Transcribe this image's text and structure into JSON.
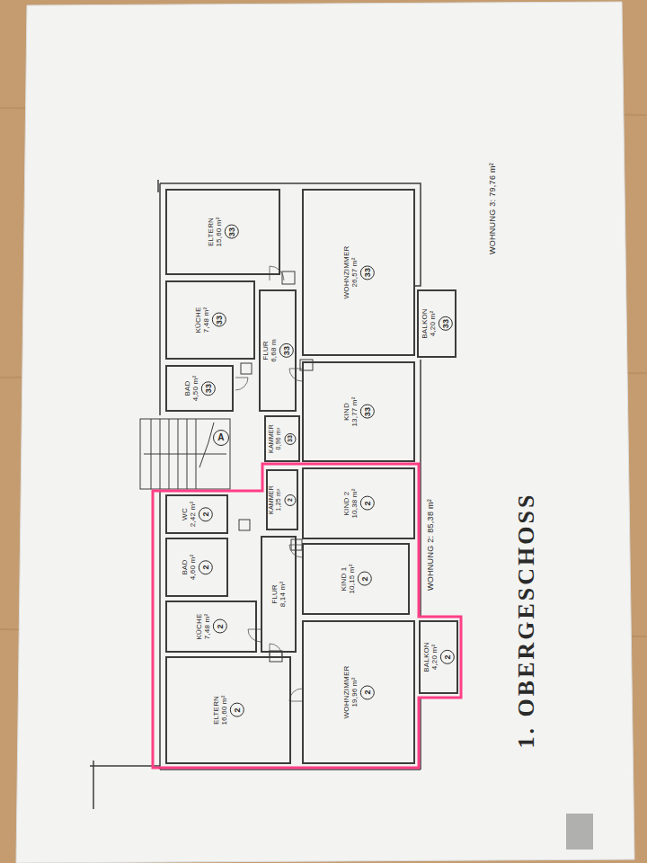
{
  "diagram": {
    "title": "1. OBERGESCHOSS",
    "nodes": [
      {
        "text": [
          "ELTERN",
          "15,60 m²"
        ]
      },
      {
        "text": [
          "33"
        ],
        "in": 0
      },
      {
        "text": [
          "KÜCHE",
          "7,48 m²"
        ]
      },
      {
        "text": [
          "33"
        ],
        "in": 2
      },
      {
        "text": [
          "BAD",
          "4,50 m²"
        ]
      },
      {
        "text": [
          "33"
        ],
        "in": 4
      },
      {
        "text": [
          "FLUR",
          "6,68 m"
        ]
      },
      {
        "text": [
          "33"
        ],
        "in": 6
      },
      {
        "text": [
          "WOHNZIMMER",
          "26,57 m²"
        ]
      },
      {
        "text": [
          "33"
        ],
        "in": 8
      },
      {
        "text": [
          "BALKON",
          "4,20 m²"
        ]
      },
      {
        "text": [
          "33"
        ],
        "in": 10
      },
      {
        "text": [
          "KIND",
          "13,77 m²"
        ]
      },
      {
        "text": [
          "33"
        ],
        "in": 12
      },
      {
        "text": [
          "KAMMER",
          "0,96 m²"
        ]
      },
      {
        "text": [
          "33"
        ],
        "in": 14
      },
      {
        "text": [
          "A"
        ]
      },
      {
        "text": [
          "WC",
          "2,42 m²"
        ]
      },
      {
        "text": [
          "2"
        ],
        "in": 17
      },
      {
        "text": [
          "KAMMER",
          "1,25 m²"
        ]
      },
      {
        "text": [
          "2"
        ],
        "in": 19
      },
      {
        "text": [
          "BAD",
          "4,60 m²"
        ]
      },
      {
        "text": [
          "2"
        ],
        "in": 21
      },
      {
        "text": [
          "KÜCHE",
          "7,48 m²"
        ]
      },
      {
        "text": [
          "2"
        ],
        "in": 23
      },
      {
        "text": [
          "FLUR",
          "8,14 m²"
        ]
      },
      {
        "text": [
          "KIND 2",
          "10,38 m²"
        ]
      },
      {
        "text": [
          "2"
        ],
        "in": 26
      },
      {
        "text": [
          "KIND 1",
          "10,15 m²"
        ]
      },
      {
        "text": [
          "2"
        ],
        "in": 28
      },
      {
        "text": [
          "BALKON",
          "4,20 m²"
        ]
      },
      {
        "text": [
          "2"
        ],
        "in": 30
      },
      {
        "text": [
          "ELTERN",
          "16,60 m²"
        ]
      },
      {
        "text": [
          "2"
        ],
        "in": 32
      },
      {
        "text": [
          "WOHNZIMMER",
          "19,96 m²"
        ]
      },
      {
        "text": [
          "2"
        ],
        "in": 34
      }
    ],
    "labels": [
      "WOHNUNG 3: 79,76 m²",
      "WOHNUNG 2: 85,38 m²"
    ]
  }
}
